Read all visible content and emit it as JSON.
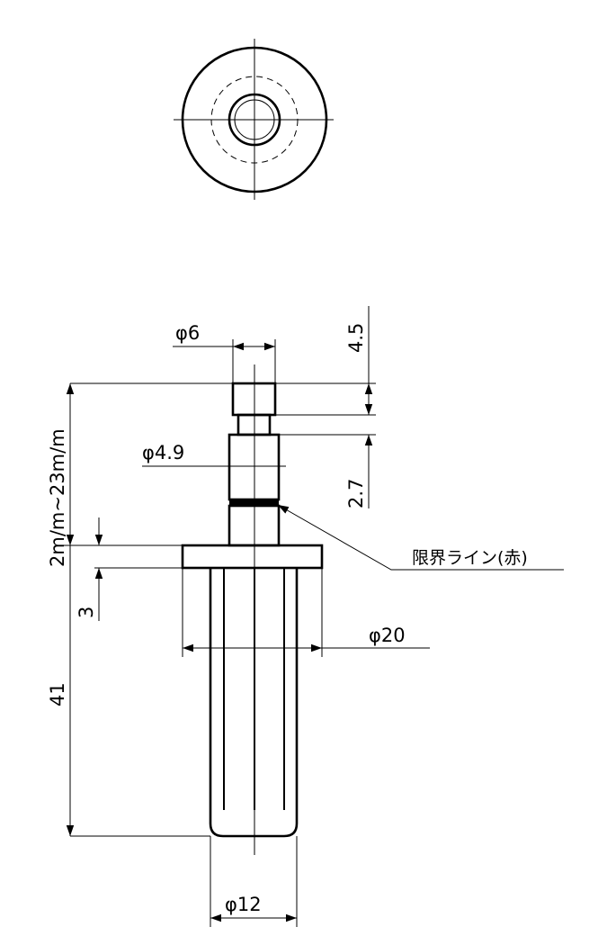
{
  "dimensions": {
    "tip_diameter": "φ6",
    "tip_length": "4.5",
    "neck_diameter": "φ4.9",
    "groove_width": "2.7",
    "insertion_range": "2m/m~23m/m",
    "flange_thickness": "3",
    "body_length": "41",
    "flange_diameter": "φ20",
    "body_diameter": "φ12"
  },
  "annotations": {
    "limit_line": "限界ライン(赤)"
  },
  "colors": {
    "line": "#000000",
    "background": "#ffffff"
  }
}
